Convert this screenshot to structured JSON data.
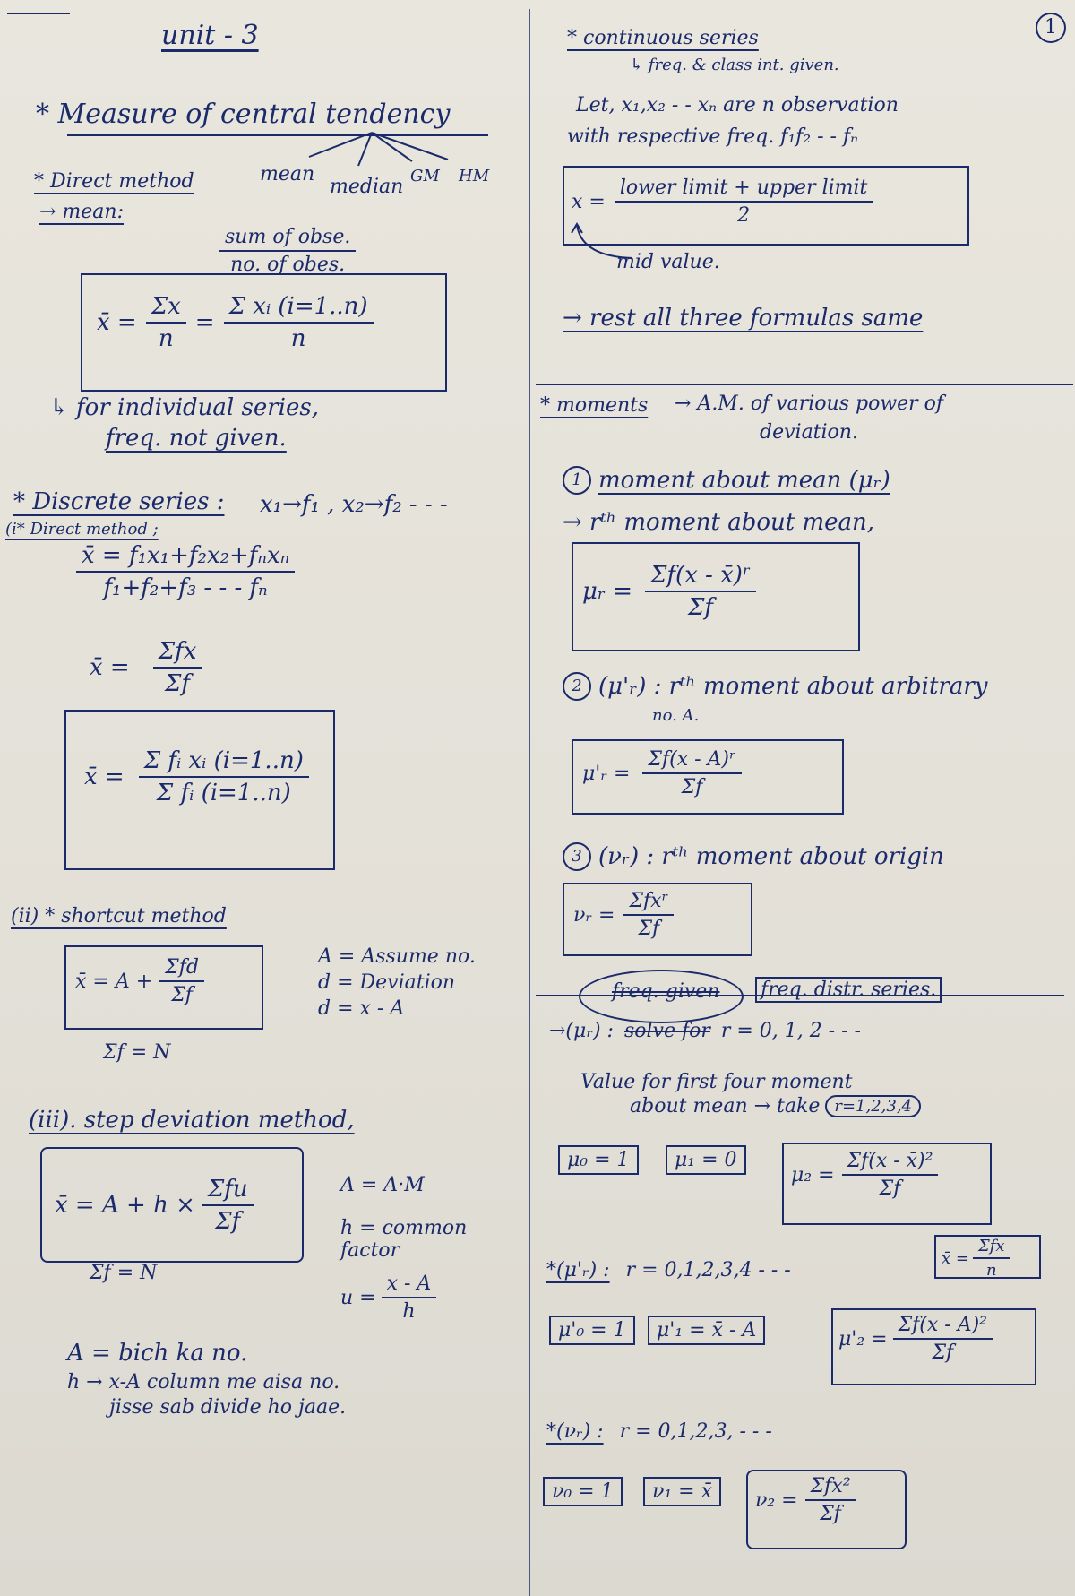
{
  "page_number": "1",
  "left": {
    "unit_title": "unit - 3",
    "heading": "* Measure of central tendency",
    "branches": {
      "mean": "mean",
      "median": "median",
      "gm": "GM",
      "hm": "HM"
    },
    "direct_method": "* Direct method",
    "mean_label": "→ mean:",
    "sum_num": "sum of obse.",
    "sum_den": "no. of obes.",
    "f1_lhs": "x̄ = ",
    "f1_frac_num": "Σx",
    "f1_frac_den": "n",
    "f1_eq": "=",
    "f1_sum_num": "Σ xᵢ (i=1..n)",
    "f1_sum_den": "n",
    "individual_note": "↳ for individual series,",
    "freq_not_given": "freq. not given.",
    "discrete_heading": "* Discrete series :",
    "discrete_seq": "x₁→f₁ , x₂→f₂ - - -",
    "direct_method_i": "(i* Direct method ;",
    "d_num": "x̄ = f₁x₁+f₂x₂+fₙxₙ",
    "d_den": "f₁+f₂+f₃ - - - fₙ",
    "d2_lhs": "x̄ =",
    "d2_num": "Σfx",
    "d2_den": "Σf",
    "d3_lhs": "x̄ =",
    "d3_num": "Σ fᵢ xᵢ (i=1..n)",
    "d3_den": "Σ fᵢ (i=1..n)",
    "shortcut": "(ii) * shortcut method",
    "sc_lhs": "x̄ = A +",
    "sc_num": "Σfd",
    "sc_den": "Σf",
    "sc_note1": "A = Assume no.",
    "sc_note2": "d = Deviation",
    "sc_note3": "d = x - A",
    "sc_ef": "Σf = N",
    "step": "(iii). step deviation method,",
    "st_lhs": "x̄ = A + h ×",
    "st_num": "Σfu",
    "st_den": "Σf",
    "st_note1": "A = A·M",
    "st_note2": "h = common factor",
    "st_note3": "u =",
    "st_u_num": "x - A",
    "st_u_den": "h",
    "st_ef": "Σf = N",
    "bottom1": "A = bich ka no.",
    "bottom2": "h → x-A column me aisa no.",
    "bottom3": "jisse sab divide ho jaae."
  },
  "right": {
    "continuous": "* continuous series",
    "cont_sub": "↳ freq. & class int. given.",
    "let_line1": "Let, x₁,x₂ - - xₙ are n observation",
    "let_line2": "with respective freq. f₁f₂ - - fₙ",
    "mid_lhs": "x =",
    "mid_num": "lower limit + upper limit",
    "mid_den": "2",
    "mid_value": "mid value.",
    "rest": "→ rest all three formulas same",
    "moments": "* moments",
    "moments_def1": "→ A.M. of various power of",
    "moments_def2": "deviation.",
    "m1_num": "1",
    "m1_title": "moment about mean (μᵣ)",
    "m1_sub": "→ rᵗʰ moment about mean,",
    "m1_lhs": "μᵣ =",
    "m1_num_f": "Σf(x - x̄)ʳ",
    "m1_den_f": "Σf",
    "m2_num": "2",
    "m2_title": "(μ'ᵣ) : rᵗʰ moment about arbitrary",
    "m2_sub": "no. A.",
    "m2_lhs": "μ'ᵣ =",
    "m2_num_f": "Σf(x - A)ʳ",
    "m2_den_f": "Σf",
    "m3_num": "3",
    "m3_title": "(νᵣ) : rᵗʰ moment about origin",
    "m3_lhs": "νᵣ =",
    "m3_num_f": "Σfxʳ",
    "m3_den_f": "Σf",
    "freq_given": "freq. given",
    "freq_dist": "freq. distr. series.",
    "mu_r_label": "→(μᵣ) :",
    "mu_r_strike": "solve for",
    "mu_r_vals": "r = 0, 1, 2 - - -",
    "value_line1": "Value for first four moment",
    "value_line2": "about mean → take",
    "value_r": "r=1,2,3,4",
    "mu0": "μ₀ = 1",
    "mu1": "μ₁ = 0",
    "mu2_lhs": "μ₂ =",
    "mu2_num": "Σf(x - x̄)²",
    "mu2_den": "Σf",
    "xbar_box_lhs": "x̄ =",
    "xbar_box_num": "Σfx",
    "xbar_box_den": "n",
    "mup_label": "*(μ'ᵣ) :",
    "mup_vals": "r = 0,1,2,3,4 - - -",
    "mup0": "μ'₀ = 1",
    "mup1": "μ'₁ = x̄ - A",
    "mup2_lhs": "μ'₂ =",
    "mup2_num": "Σf(x - A)²",
    "mup2_den": "Σf",
    "nu_label": "*(νᵣ) :",
    "nu_vals": "r = 0,1,2,3, - - -",
    "nu0": "ν₀ = 1",
    "nu1": "ν₁ = x̄",
    "nu2_lhs": "ν₂ =",
    "nu2_num": "Σfx²",
    "nu2_den": "Σf"
  }
}
